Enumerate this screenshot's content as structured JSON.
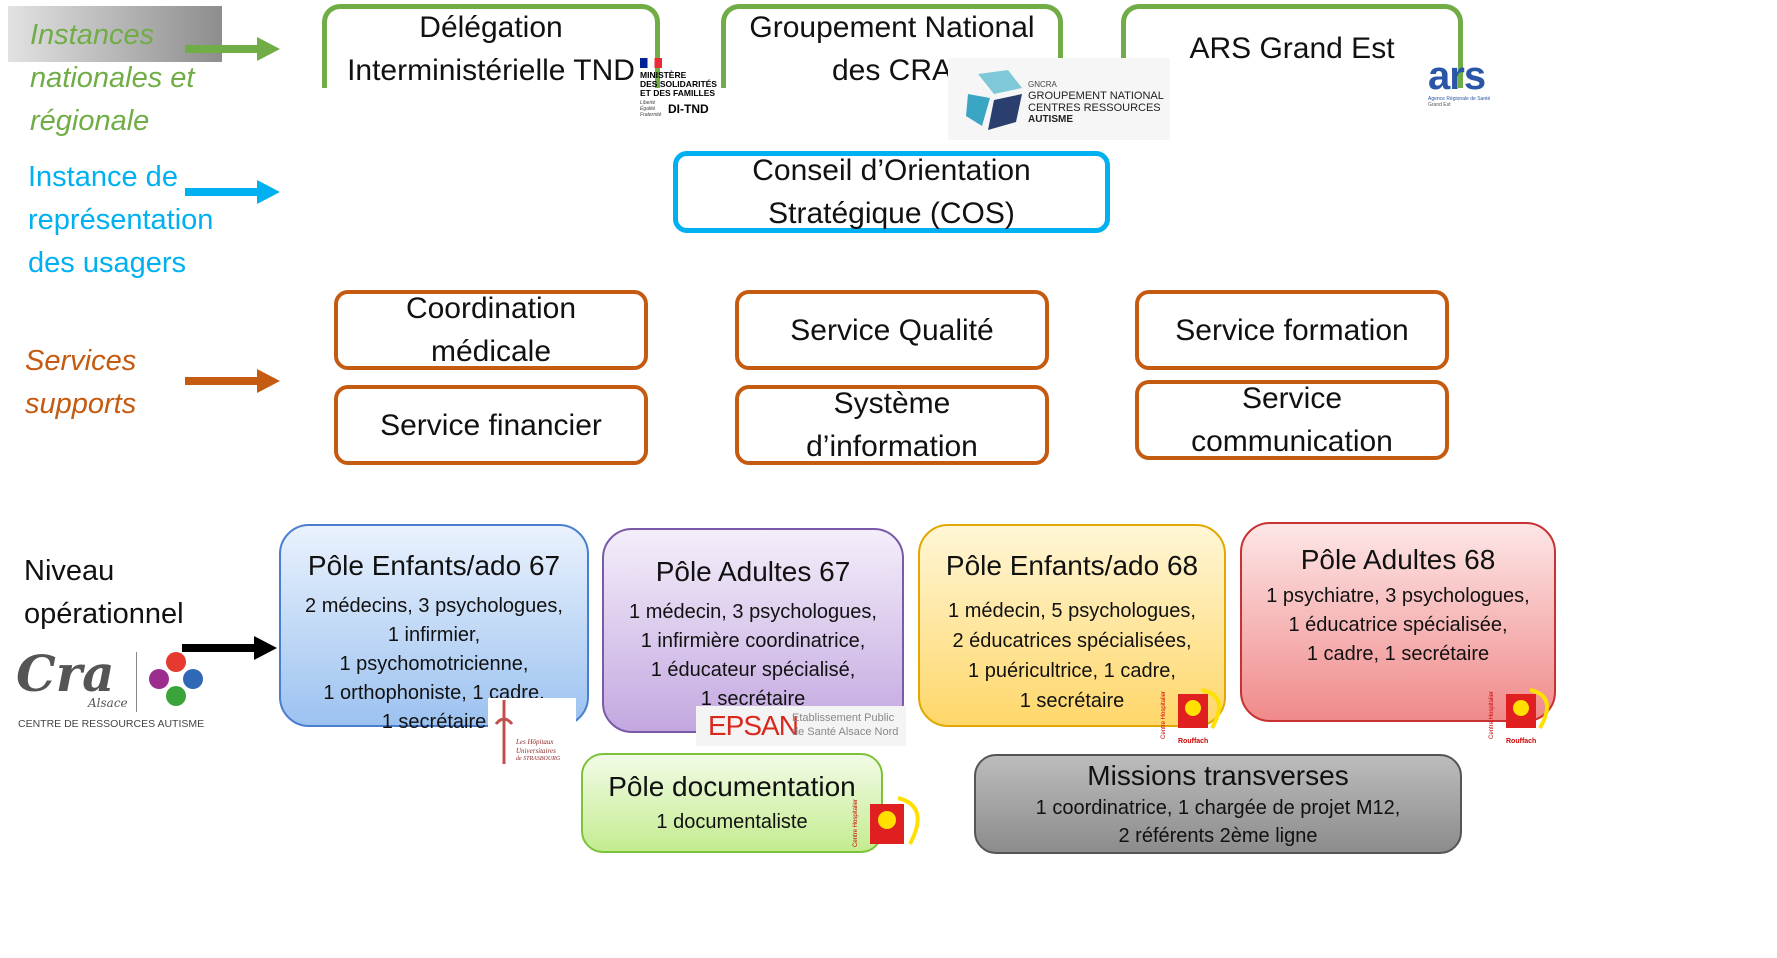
{
  "colors": {
    "green": "#70ad47",
    "blue": "#00b0f0",
    "orange": "#c55a11",
    "black": "#000000"
  },
  "rows": {
    "national": {
      "label": "Instances nationales et régionale"
    },
    "usagers": {
      "label": "Instance de représentation des usagers"
    },
    "supports": {
      "label": "Services supports"
    },
    "operationnel": {
      "label": "Niveau opérationnel"
    }
  },
  "national_boxes": [
    {
      "text": "Délégation Interministérielle TND"
    },
    {
      "text": "Groupement National des CRA"
    },
    {
      "text": "ARS Grand Est"
    }
  ],
  "cos": {
    "text": "Conseil d’Orientation Stratégique (COS)"
  },
  "services": [
    {
      "text": "Coordination médicale"
    },
    {
      "text": "Service Qualité"
    },
    {
      "text": "Service formation"
    },
    {
      "text": "Service financier"
    },
    {
      "text": "Système d’information"
    },
    {
      "text": "Service communication"
    }
  ],
  "poles": [
    {
      "title": "Pôle Enfants/ado 67",
      "lines": [
        "2 médecins, 3 psychologues,",
        "1 infirmier,",
        "1 psychomotricienne,",
        "1 orthophoniste, 1 cadre,",
        "1 secrétaire"
      ]
    },
    {
      "title": "Pôle Adultes 67",
      "lines": [
        "1 médecin, 3 psychologues,",
        "1 infirmière coordinatrice,",
        "1 éducateur spécialisé,",
        "1 secrétaire"
      ]
    },
    {
      "title": "Pôle Enfants/ado 68",
      "lines": [
        "1 médecin, 5 psychologues,",
        "2 éducatrices spécialisées,",
        "1 puéricultrice, 1 cadre,",
        "1 secrétaire"
      ]
    },
    {
      "title": "Pôle Adultes 68",
      "lines": [
        "1 psychiatre, 3 psychologues,",
        "1 éducatrice spécialisée,",
        "1 cadre, 1 secrétaire"
      ]
    },
    {
      "title": "Pôle documentation",
      "lines": [
        "1 documentaliste"
      ]
    },
    {
      "title": "Missions transverses",
      "lines": [
        "1 coordinatrice, 1 chargée de projet M12,",
        "2 référents 2ème ligne"
      ]
    }
  ],
  "logos": {
    "ministere": {
      "line1": "MINISTÈRE",
      "line2": "DES SOLIDARITÉS",
      "line3": "ET DES FAMILLES",
      "motto": "Liberté Égalité Fraternité",
      "name": "DI-TND"
    },
    "gncra": {
      "line1": "GNCRA",
      "line2": "GROUPEMENT NATIONAL",
      "line3": "CENTRES RESSOURCES",
      "line4": "AUTISME"
    },
    "ars": {
      "mark": "ars",
      "line1": "Agence Régionale de Santé",
      "line2": "Grand Est"
    },
    "cra": {
      "mark": "Cra",
      "sub": "Alsace",
      "caption": "CENTRE DE RESSOURCES AUTISME"
    },
    "hus": {
      "line1": "Les Hôpitaux",
      "line2": "Universitaires",
      "line3": "de STRASBOURG"
    },
    "epsan": {
      "mark": "EPSAN",
      "line1": "Etablissement Public",
      "line2": "de Santé Alsace Nord"
    },
    "rouffach": {
      "name": "Rouffach",
      "vertical": "Centre Hospitalier"
    }
  }
}
